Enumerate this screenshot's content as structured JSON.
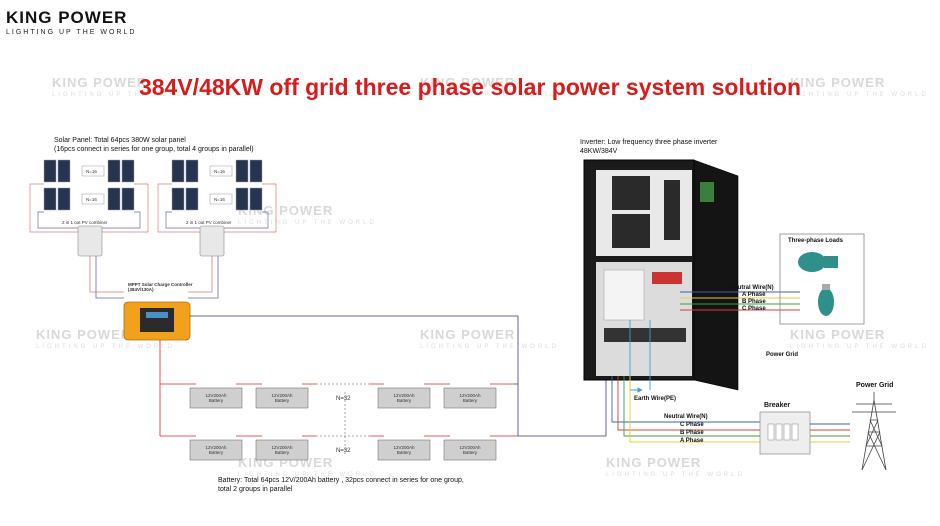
{
  "brand": {
    "name": "KING POWER",
    "tagline": "LIGHTING UP THE WORLD"
  },
  "title": "384V/48KW  off grid three phase solar power system solution",
  "solar": {
    "desc_line1": "Solar Panel: Total 64pcs  380W solar panel",
    "desc_line2": "(16pcs connect in series for one group, total 4 groups in parallel)",
    "group_label": "N=16",
    "combiner_label": "2 in 1 out PV combiner"
  },
  "controller": {
    "label_line1": "MPPT Solar Charge Controller",
    "label_line2": "(384V/130A)"
  },
  "inverter": {
    "label_line1": "Inverter:  Low frequency three phase inverter",
    "label_line2": "48KW/384V"
  },
  "loads": {
    "title": "Three-phase Loads",
    "neutral": "Neutral Wire(N)",
    "phase_a": "A Phase",
    "phase_b": "B Phase",
    "phase_c": "C Phase"
  },
  "power_grid_label": "Power Grid",
  "earth_label": "Earth Wire(PE)",
  "breaker": {
    "title": "Breaker",
    "neutral": "Neutral Wire(N)",
    "phase_c": "C Phase",
    "phase_b": "B Phase",
    "phase_a": "A Phase"
  },
  "grid_tower_label": "Power Grid",
  "battery": {
    "cell_label_line1": "12V200Ah",
    "cell_label_line2": "Battery",
    "series_label": "N=32",
    "desc_line1": "Battery:  Total 64pcs 12V/200Ah battery , 32pcs connect in series for one group,",
    "desc_line2": "total 2 groups in parallel"
  },
  "colors": {
    "title": "#d81b1b",
    "positive_wire": "#d42a2a",
    "negative_wire": "#3a3a8c",
    "pv_wire": "#e07a7a",
    "phase_a": "#e6d22c",
    "phase_b": "#3d9e3d",
    "phase_c": "#d9413c",
    "neutral": "#3c5fb3",
    "earth": "#3aa0d6"
  }
}
